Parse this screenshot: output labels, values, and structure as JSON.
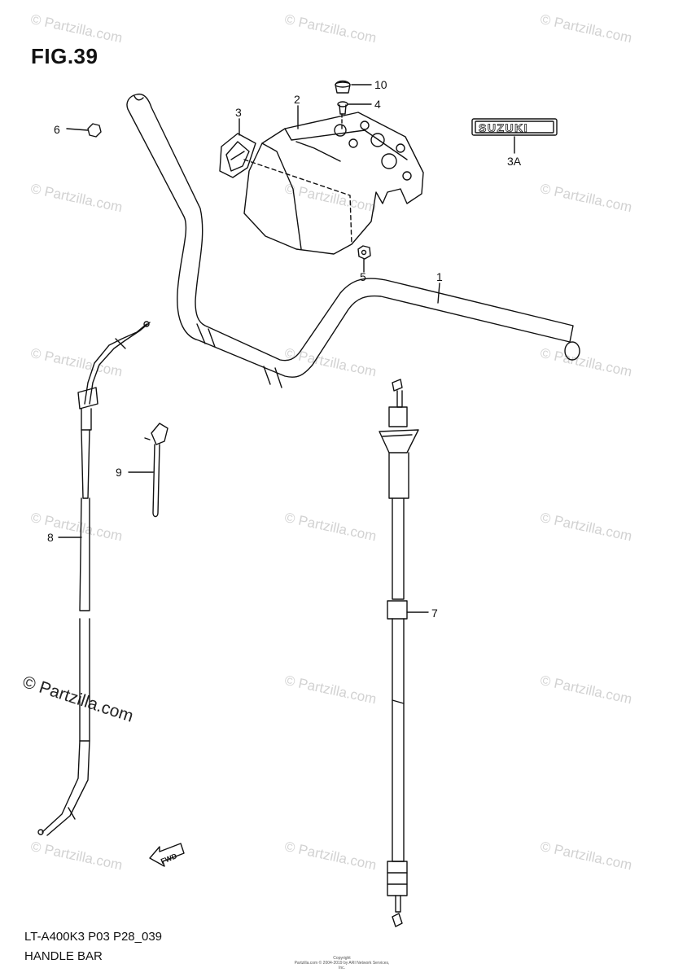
{
  "figure": {
    "title": "FIG.39"
  },
  "callouts": [
    {
      "id": "1",
      "text": "1"
    },
    {
      "id": "2",
      "text": "2"
    },
    {
      "id": "3",
      "text": "3"
    },
    {
      "id": "3A",
      "text": "3A"
    },
    {
      "id": "4",
      "text": "4"
    },
    {
      "id": "5",
      "text": "5"
    },
    {
      "id": "6",
      "text": "6"
    },
    {
      "id": "7",
      "text": "7"
    },
    {
      "id": "8",
      "text": "8"
    },
    {
      "id": "9",
      "text": "9"
    },
    {
      "id": "10",
      "text": "10"
    }
  ],
  "emblem": {
    "text": "SUZUKI"
  },
  "fwd_mark": {
    "text": "FWD"
  },
  "watermark": {
    "text": "© Partzilla.com"
  },
  "footer": {
    "model_code": "LT-A400K3 P03 P28_039",
    "section_name": "HANDLE BAR",
    "copyright_line1": "Copyright",
    "copyright_line2": "Partzilla.com © 2004-2019 by ARI Network Services, Inc."
  },
  "colors": {
    "line": "#111111",
    "watermark": "#d2d2d2"
  }
}
